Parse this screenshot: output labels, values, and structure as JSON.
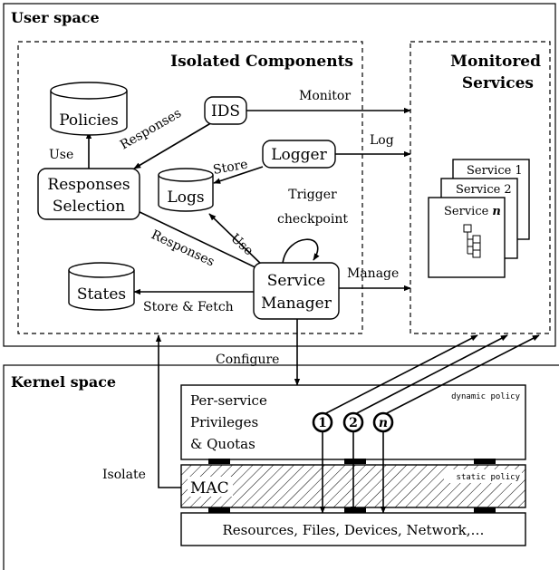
{
  "user_space": {
    "title": "User space"
  },
  "kernel_space": {
    "title": "Kernel space"
  },
  "isolated": {
    "title": "Isolated Components",
    "policies": "Policies",
    "ids": "IDS",
    "responses_selection": [
      "Responses",
      "Selection"
    ],
    "logger": "Logger",
    "logs": "Logs",
    "states": "States",
    "service_manager": [
      "Service",
      "Manager"
    ]
  },
  "monitored": {
    "title": [
      "Monitored",
      "Services"
    ],
    "service1": "Service 1",
    "service2": "Service 2",
    "service_n_prefix": "Service ",
    "service_n_var": "n"
  },
  "labels": {
    "responses_ids": "Responses",
    "responses_sm": "Responses",
    "monitor": "Monitor",
    "log": "Log",
    "use_policies": "Use",
    "store_logs": "Store",
    "use_logs": "Use",
    "trigger": [
      "Trigger",
      "checkpoint"
    ],
    "manage": "Manage",
    "store_fetch": "Store & Fetch",
    "configure": "Configure",
    "isolate": "Isolate"
  },
  "kernel": {
    "privileges": [
      "Per-service",
      "Privileges",
      "& Quotas"
    ],
    "dynamic_policy": "dynamic policy",
    "mac": "MAC",
    "static_policy": "static policy",
    "resources": "Resources, Files, Devices, Network,…",
    "markers": [
      "1",
      "2",
      "n"
    ]
  }
}
